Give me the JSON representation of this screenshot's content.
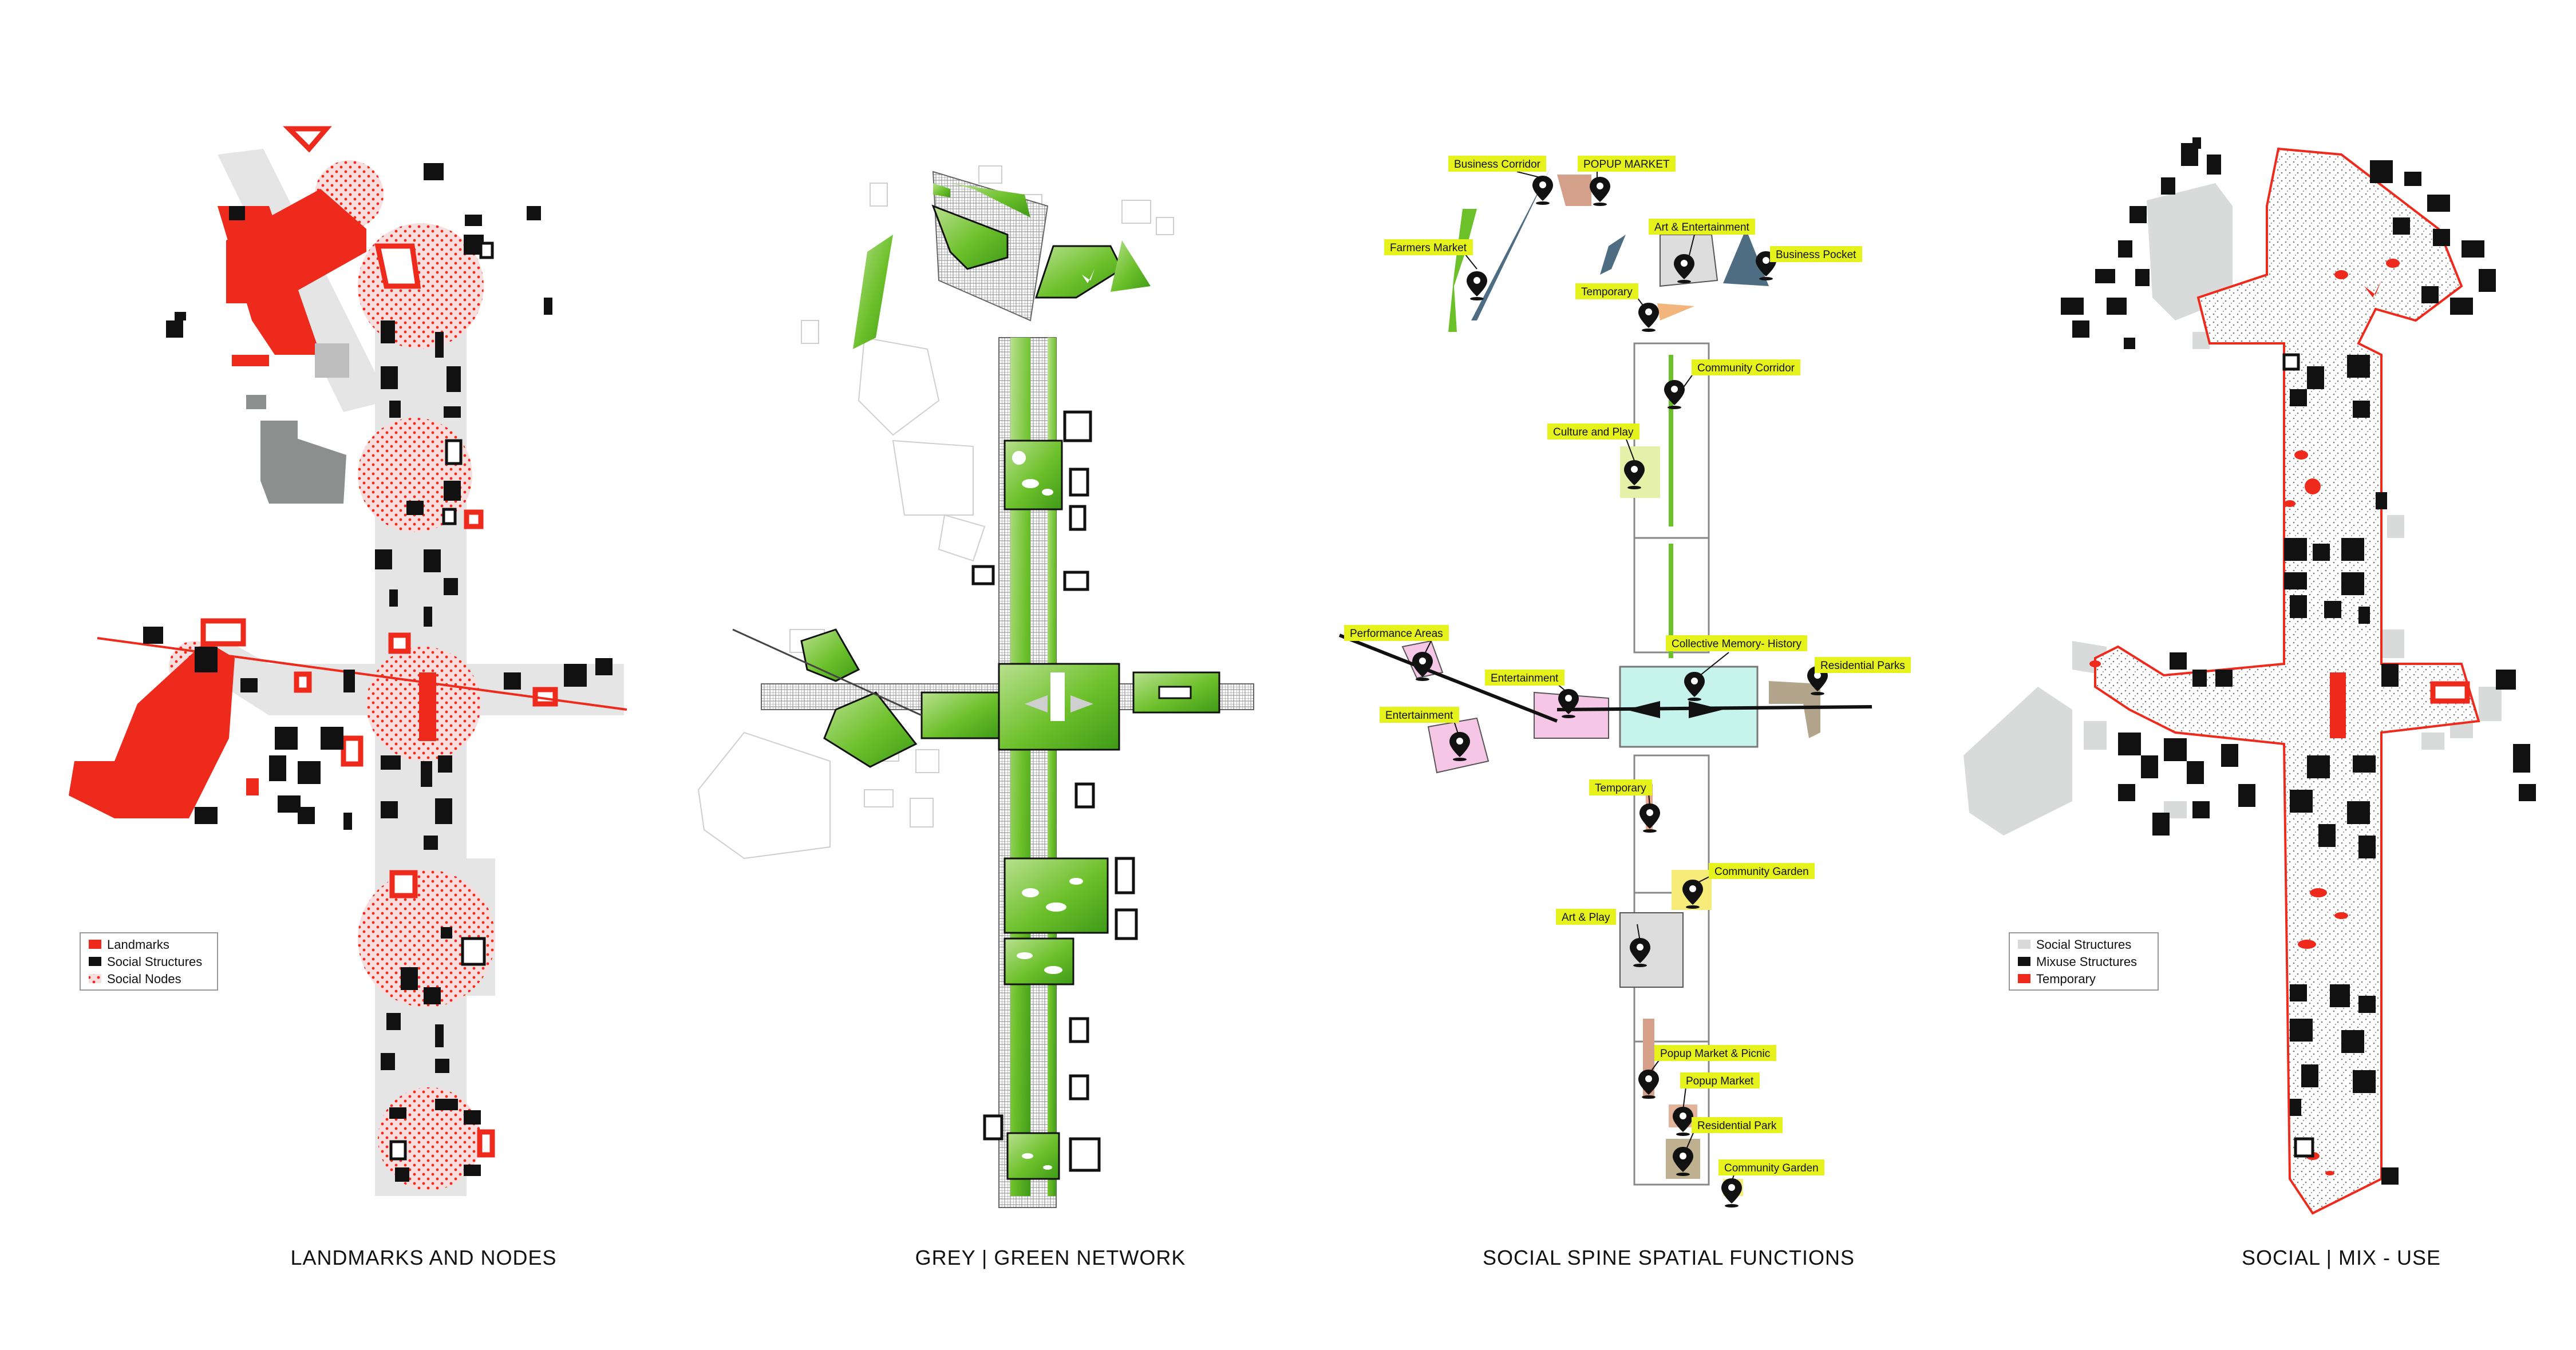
{
  "panels": [
    {
      "title": "LANDMARKS AND NODES"
    },
    {
      "title": "GREY | GREEN NETWORK"
    },
    {
      "title": "SOCIAL SPINE SPATIAL FUNCTIONS"
    },
    {
      "title": "SOCIAL | MIX - USE"
    }
  ],
  "legend_landmarks": {
    "items": [
      {
        "label": "Landmarks",
        "swatch": "#ee2a1c"
      },
      {
        "label": "Social Structures",
        "swatch": "#111111"
      },
      {
        "label": "Social Nodes",
        "swatch": "#ee2a1c"
      }
    ]
  },
  "legend_social": {
    "items": [
      {
        "label": "Social Structures",
        "swatch": "#d8dbd9"
      },
      {
        "label": "Mixuse Structures",
        "swatch": "#111111"
      },
      {
        "label": "Temporary",
        "swatch": "#ee2a1c"
      }
    ]
  },
  "functions": [
    {
      "label": "Business Corridor"
    },
    {
      "label": "POPUP MARKET"
    },
    {
      "label": "Art & Entertainment"
    },
    {
      "label": "Farmers Market"
    },
    {
      "label": "Business Pocket"
    },
    {
      "label": "Temporary"
    },
    {
      "label": "Community Corridor"
    },
    {
      "label": "Culture and Play"
    },
    {
      "label": "Performance Areas"
    },
    {
      "label": "Collective Memory- History"
    },
    {
      "label": "Residential Parks"
    },
    {
      "label": "Entertainment"
    },
    {
      "label": "Entertainment"
    },
    {
      "label": "Temporary"
    },
    {
      "label": "Community Garden"
    },
    {
      "label": "Art & Play"
    },
    {
      "label": "Popup Market & Picnic"
    },
    {
      "label": "Popup Market"
    },
    {
      "label": "Residential Park"
    },
    {
      "label": "Community Garden"
    }
  ],
  "colors": {
    "landmark_red": "#ee2a1c",
    "structure_black": "#111111",
    "green_network": "#6cc02a",
    "label_yellow": "#e6f21c",
    "road_grey": "#e5e5e5"
  }
}
